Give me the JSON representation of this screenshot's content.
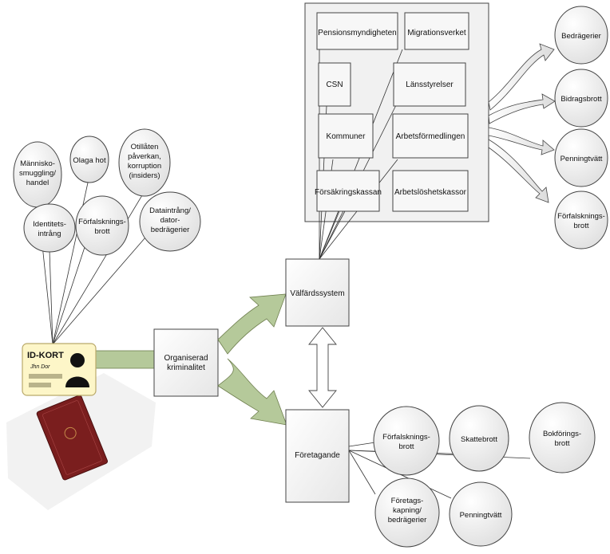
{
  "agencies": [
    {
      "id": "pensionsmyndigheten",
      "label": "Pensionsmyndigheten"
    },
    {
      "id": "migrationsverket",
      "label": "Migrationsverket"
    },
    {
      "id": "csn",
      "label": "CSN"
    },
    {
      "id": "lansstyrelser",
      "label": "Länsstyrelser"
    },
    {
      "id": "kommuner",
      "label": "Kommuner"
    },
    {
      "id": "arbetsformedlingen",
      "label": "Arbetsförmedlingen"
    },
    {
      "id": "forsakringskassan",
      "label": "Försäkringskassan"
    },
    {
      "id": "arbetsloshetskassor",
      "label": "Arbetslöshetskassor"
    }
  ],
  "welfare_crimes": [
    {
      "id": "bedragerier",
      "lines": [
        "Bedrägerier"
      ]
    },
    {
      "id": "bidragsbrott",
      "lines": [
        "Bidragsbrott"
      ]
    },
    {
      "id": "penningtvatt",
      "lines": [
        "Penningtvätt"
      ]
    },
    {
      "id": "forfalskningsbrott",
      "lines": [
        "Förfalsknings-",
        "brott"
      ]
    }
  ],
  "id_crimes": [
    {
      "id": "manniskosmuggling",
      "lines": [
        "Människo-",
        "smuggling/",
        "handel"
      ]
    },
    {
      "id": "olaga-hot",
      "lines": [
        "Olaga hot"
      ]
    },
    {
      "id": "otillaten-paverkan",
      "lines": [
        "Otillåten",
        "påverkan,",
        "korruption",
        "(insiders)"
      ]
    },
    {
      "id": "identitetsintrang",
      "lines": [
        "Identitets-",
        "intrång"
      ]
    },
    {
      "id": "forfalskningsbrott",
      "lines": [
        "Förfalsknings-",
        "brott"
      ]
    },
    {
      "id": "dataintrang",
      "lines": [
        "Dataintrång/",
        "dator-",
        "bedrägerier"
      ]
    }
  ],
  "business_crimes": [
    {
      "id": "forfalskningsbrott",
      "lines": [
        "Förfalsknings-",
        "brott"
      ]
    },
    {
      "id": "skattebrott",
      "lines": [
        "Skattebrott"
      ]
    },
    {
      "id": "bokforingsbrott",
      "lines": [
        "Bokförings-",
        "brott"
      ]
    },
    {
      "id": "foretagskapning",
      "lines": [
        "Företags-",
        "kapning/",
        "bedrägerier"
      ]
    },
    {
      "id": "penningtvatt",
      "lines": [
        "Penningtvätt"
      ]
    }
  ],
  "nodes": {
    "organised_crime": [
      "Organiserad",
      "kriminalitet"
    ],
    "welfare_system": [
      "Välfärdssystem"
    ],
    "business": [
      "Företagande"
    ]
  },
  "id_card": {
    "title": "ID-KORT",
    "signature": "Jhn Dor"
  },
  "colors": {
    "green_arrow": "#b5c99a",
    "green_arrow_stroke": "#6f7f4f",
    "box_fill": "#f2f2f2",
    "box_stroke": "#444444",
    "card_fill": "#fdf6c8",
    "passport": "#7a1e1e"
  }
}
